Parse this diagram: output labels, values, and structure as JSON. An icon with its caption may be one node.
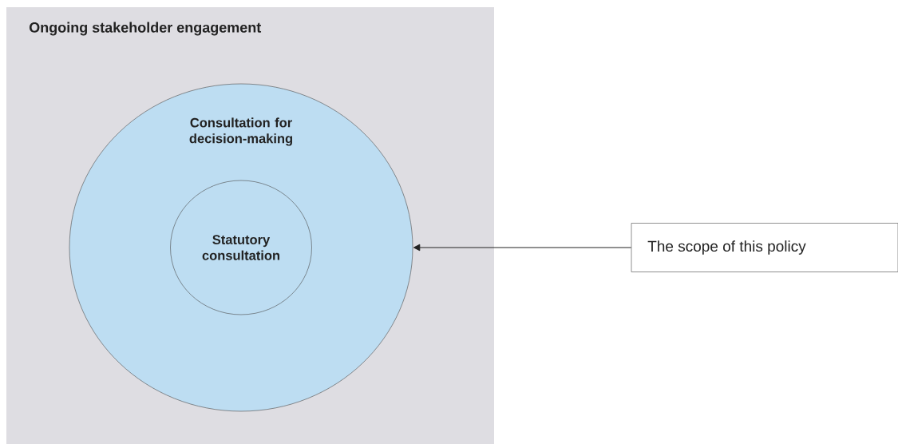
{
  "diagram": {
    "nodes": [
      {
        "text": [
          "Ongoing stakeholder engagement"
        ]
      },
      {
        "text": [
          "Consultation for decision-making"
        ],
        "in": 0
      },
      {
        "text": [
          "Statutory consultation"
        ],
        "in": 1
      },
      {
        "text": [
          "The scope of this policy"
        ]
      }
    ],
    "edges": [
      {
        "from": 3,
        "to": 1,
        "arrow": "to"
      }
    ]
  }
}
